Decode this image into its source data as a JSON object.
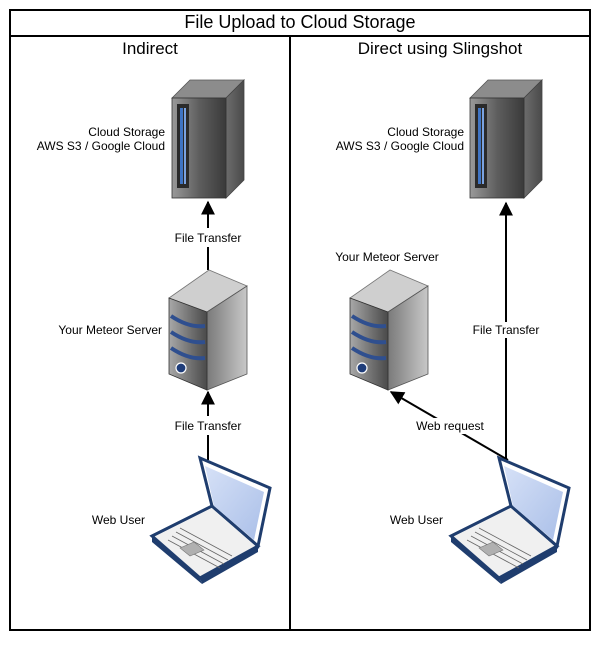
{
  "title": "File Upload to Cloud Storage",
  "columns": [
    {
      "heading": "Indirect",
      "cloud_label_line1": "Cloud Storage",
      "cloud_label_line2": "AWS S3 / Google Cloud",
      "transfer_upper": "File Transfer",
      "server_label": "Your Meteor Server",
      "transfer_lower": "File Transfer",
      "user_label": "Web User"
    },
    {
      "heading": "Direct using Slingshot",
      "cloud_label_line1": "Cloud Storage",
      "cloud_label_line2": "AWS S3 / Google Cloud",
      "server_label": "Your Meteor Server",
      "transfer": "File Transfer",
      "request": "Web request",
      "user_label": "Web User"
    }
  ],
  "icons": [
    "cloud-storage-rack-icon",
    "meteor-server-tower-icon",
    "laptop-icon"
  ]
}
